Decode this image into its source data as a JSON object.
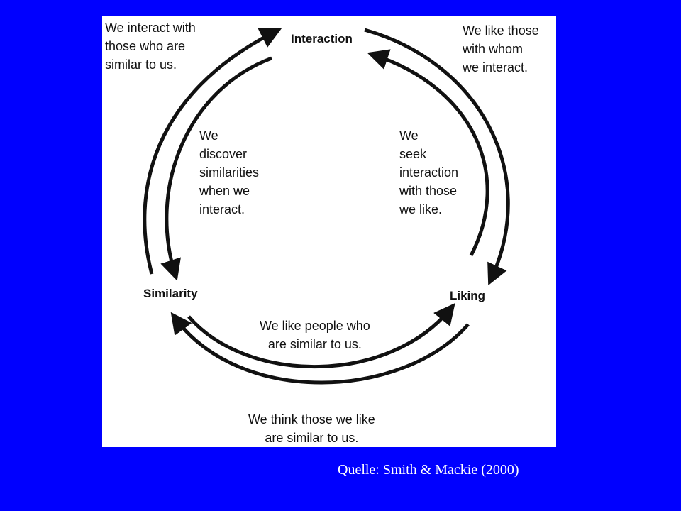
{
  "colors": {
    "background": "#0000ff",
    "panel": "#ffffff",
    "stroke": "#111111",
    "caption": "#ffffff"
  },
  "diagram": {
    "nodes": {
      "interaction": "Interaction",
      "similarity": "Similarity",
      "liking": "Liking"
    },
    "outer_labels": {
      "top_left": "We interact with\nthose who are\nsimilar to us.",
      "top_right": "We like those\nwith whom\nwe interact.",
      "bottom": "We think those we like\nare similar to us."
    },
    "inner_labels": {
      "left": "We\ndiscover\nsimilarities\nwhen we\ninteract.",
      "right": "We\nseek\ninteraction\nwith those\nwe like.",
      "bottom": "We like people who\nare similar to us."
    }
  },
  "caption": "Quelle: Smith & Mackie (2000)"
}
